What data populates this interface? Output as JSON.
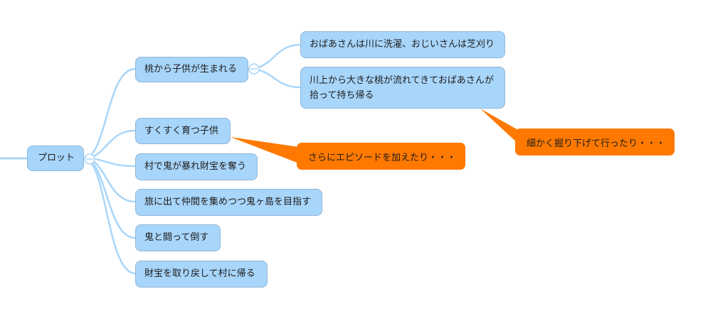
{
  "mindmap": {
    "root": {
      "label": "プロット"
    },
    "branches": [
      {
        "label": "桃から子供が生まれる"
      },
      {
        "label": "すくすく育つ子供"
      },
      {
        "label": "村で鬼が暴れ財宝を奪う"
      },
      {
        "label": "旅に出て仲間を集めつつ鬼ヶ島を目指す"
      },
      {
        "label": "鬼と闘って倒す"
      },
      {
        "label": "財宝を取り戻して村に帰る"
      }
    ],
    "sub_branches": [
      {
        "label": "おばあさんは川に洗濯、おじいさんは芝刈り"
      },
      {
        "label": "川上から大きな桃が流れてきておばあさんが拾って持ち帰る"
      }
    ],
    "callouts": [
      {
        "label": "さらにエピソードを加えたり・・・"
      },
      {
        "label": "細かく掘り下げて行ったり・・・"
      }
    ]
  },
  "colors": {
    "node_fill": "#a8d5fa",
    "node_border": "#8fb6d8",
    "connector": "#a9d6f8",
    "callout_fill": "#ff7900"
  }
}
